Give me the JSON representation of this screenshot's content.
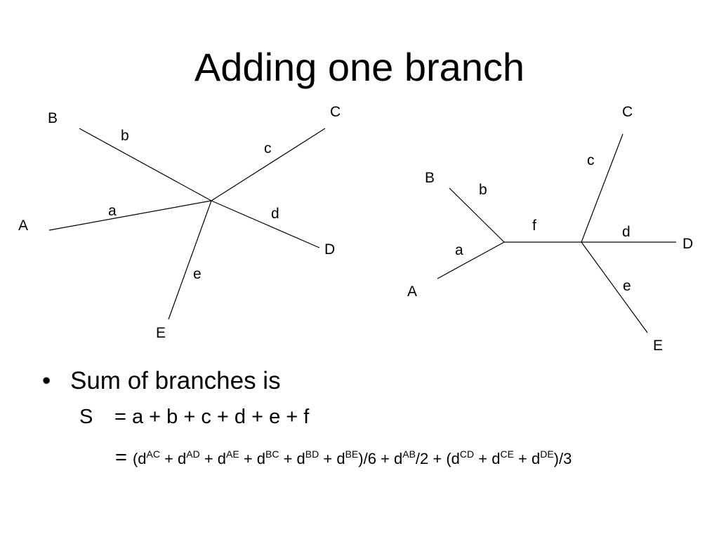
{
  "slide": {
    "title": "Adding one branch"
  },
  "star_tree": {
    "nodes": {
      "A": "A",
      "B": "B",
      "C": "C",
      "D": "D",
      "E": "E"
    },
    "branches": {
      "a": "a",
      "b": "b",
      "c": "c",
      "d": "d",
      "e": "e"
    }
  },
  "split_tree": {
    "nodes": {
      "A": "A",
      "B": "B",
      "C": "C",
      "D": "D",
      "E": "E"
    },
    "branches": {
      "a": "a",
      "b": "b",
      "c": "c",
      "d": "d",
      "e": "e",
      "f": "f"
    }
  },
  "text": {
    "bullet": "Sum of branches is",
    "symbol": "S",
    "line1": "= a + b + c + d + e + f",
    "eq": "=",
    "terms": {
      "open": "(d",
      "AC": "AC",
      "p1": " + d",
      "AD": "AD",
      "p2": " + d",
      "AE": "AE",
      "p3": " + d",
      "BC": "BC",
      "p4": " + d",
      "BD": "BD",
      "p5": " + d",
      "BE": "BE",
      "div6": ")/6 + d",
      "AB": "AB",
      "div2": "/2 + (d",
      "CD": "CD",
      "p6": " + d",
      "CE": "CE",
      "p7": " + d",
      "DE": "DE",
      "div3": ")/3"
    }
  }
}
